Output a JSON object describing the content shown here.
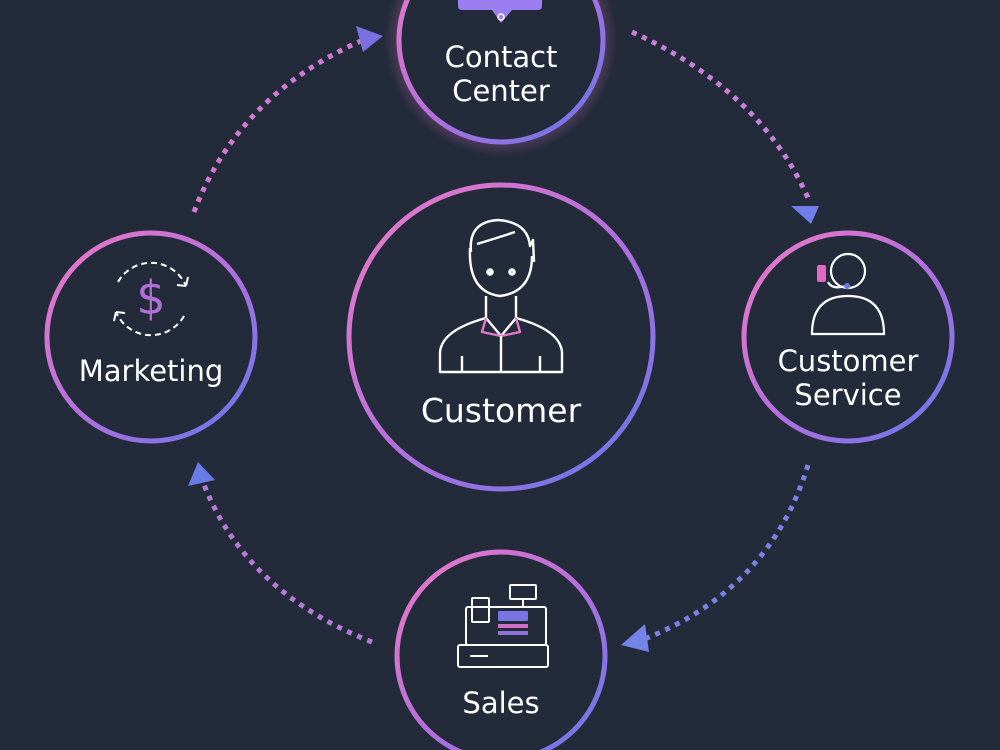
{
  "nodes": {
    "contact_center": {
      "lines": [
        "Contact",
        "Center"
      ],
      "icon": "chat-bubble-icon"
    },
    "customer_service": {
      "lines": [
        "Customer",
        "Service"
      ],
      "icon": "headset-agent-icon"
    },
    "marketing": {
      "lines": [
        "Marketing"
      ],
      "icon": "dollar-cycle-icon"
    },
    "customer": {
      "lines": [
        "Customer"
      ],
      "icon": "person-icon"
    },
    "sales": {
      "lines": [
        "Sales"
      ],
      "icon": "cash-register-icon"
    }
  },
  "cycle_order": [
    "contact_center",
    "customer_service",
    "sales",
    "marketing"
  ],
  "colors": {
    "background": "#232b3b",
    "ring_pink": "#e879c9",
    "ring_purple": "#a06ee0",
    "ring_blue": "#6874e8",
    "icon_stroke": "#ffffff",
    "text": "#ffffff"
  }
}
